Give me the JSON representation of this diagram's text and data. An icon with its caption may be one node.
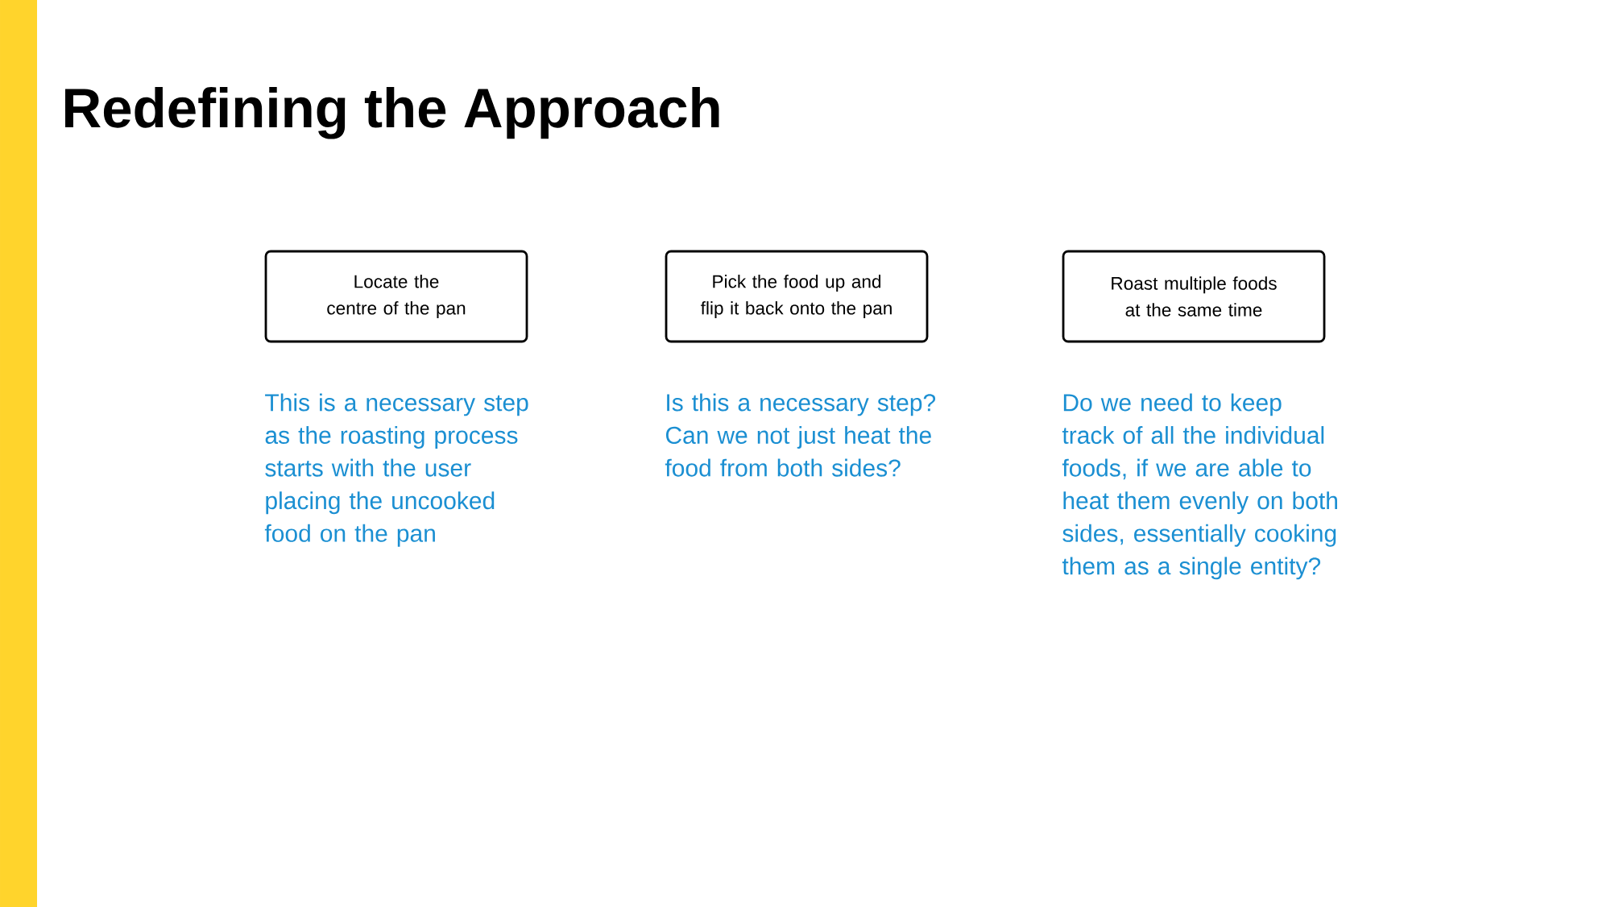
{
  "diagram": {
    "title": "Redefining the Approach",
    "nodes": [
      {
        "text": [
          "Locate the centre of the pan"
        ],
        "beside": [
          "This is a necessary step as the roasting process starts with the user placing the uncooked food on the pan"
        ]
      },
      {
        "text": [
          "Pick the food up and flip it back onto the pan"
        ],
        "beside": [
          "Is this a necessary step? Can we not just heat the food from both sides?"
        ]
      },
      {
        "text": [
          "Roast multiple foods at the same time"
        ],
        "beside": [
          "Do we need to keep track of all the individual foods, if we are able to heat them evenly on both sides, essentially cooking them as a single entity?"
        ]
      }
    ]
  }
}
